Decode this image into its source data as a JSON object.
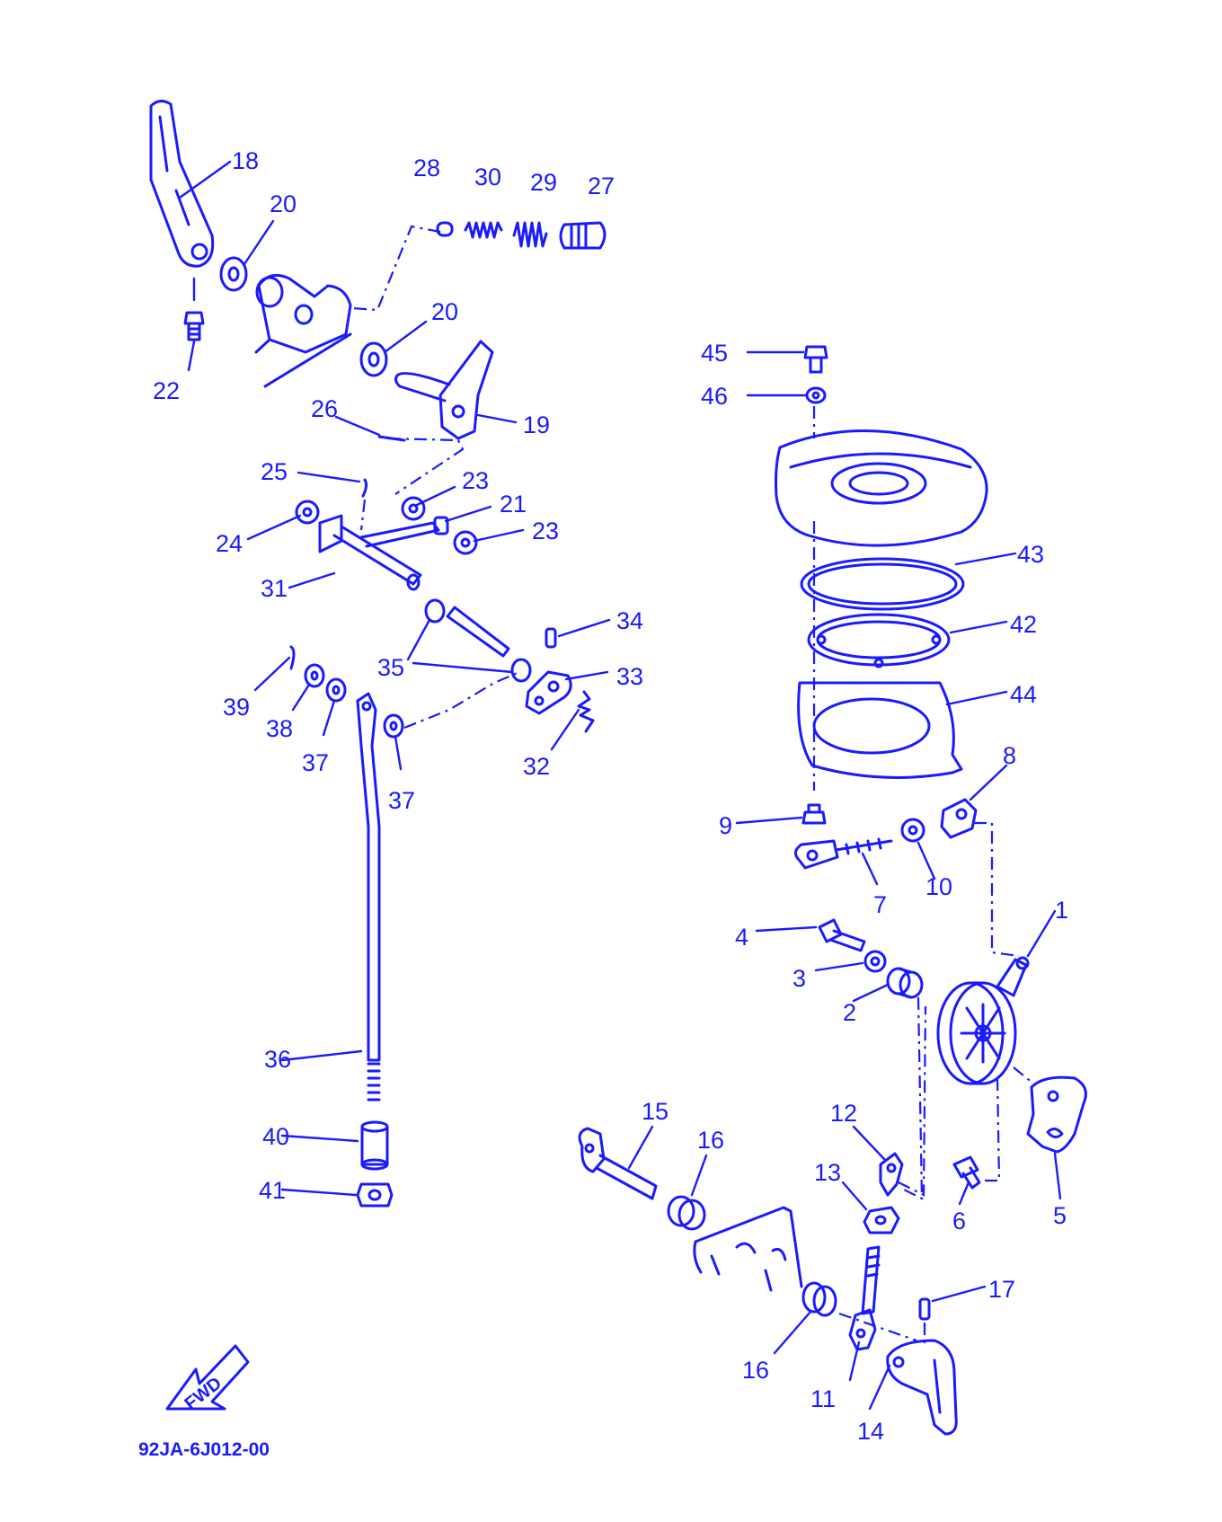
{
  "diagram_code": "92JA-6J012-00",
  "fwd_arrow_label": "FWD",
  "colors": {
    "ink": "#1a1aff",
    "background": "#ffffff"
  },
  "part_labels": {
    "p1": "1",
    "p2": "2",
    "p3": "3",
    "p4": "4",
    "p5": "5",
    "p6": "6",
    "p7": "7",
    "p8": "8",
    "p9": "9",
    "p10": "10",
    "p11": "11",
    "p12": "12",
    "p13": "13",
    "p14": "14",
    "p15": "15",
    "p16": "16",
    "p17": "17",
    "p18": "18",
    "p19": "19",
    "p20": "20",
    "p21": "21",
    "p22": "22",
    "p23": "23",
    "p24": "24",
    "p25": "25",
    "p26": "26",
    "p27": "27",
    "p28": "28",
    "p29": "29",
    "p30": "30",
    "p31": "31",
    "p32": "32",
    "p33": "33",
    "p34": "34",
    "p35": "35",
    "p36": "36",
    "p37": "37",
    "p38": "38",
    "p39": "39",
    "p40": "40",
    "p41": "41",
    "p42": "42",
    "p43": "43",
    "p44": "44",
    "p45": "45",
    "p46": "46"
  }
}
